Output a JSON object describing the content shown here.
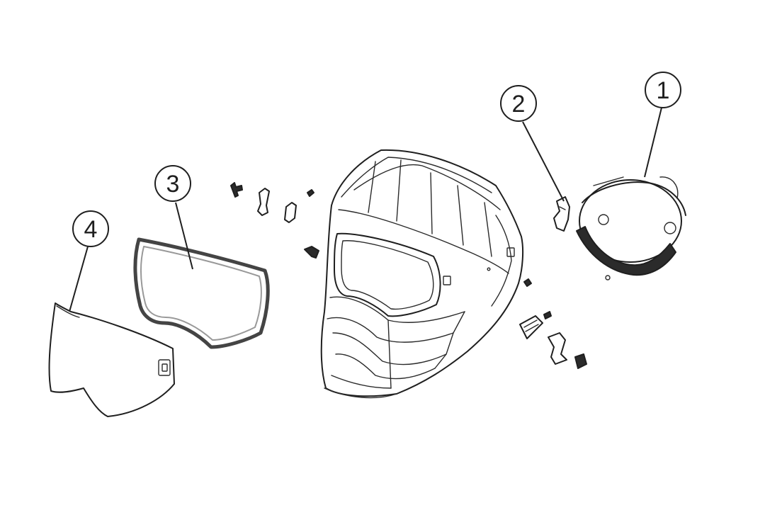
{
  "callouts": [
    {
      "label": "1"
    },
    {
      "label": "2"
    },
    {
      "label": "3"
    },
    {
      "label": "4"
    }
  ]
}
